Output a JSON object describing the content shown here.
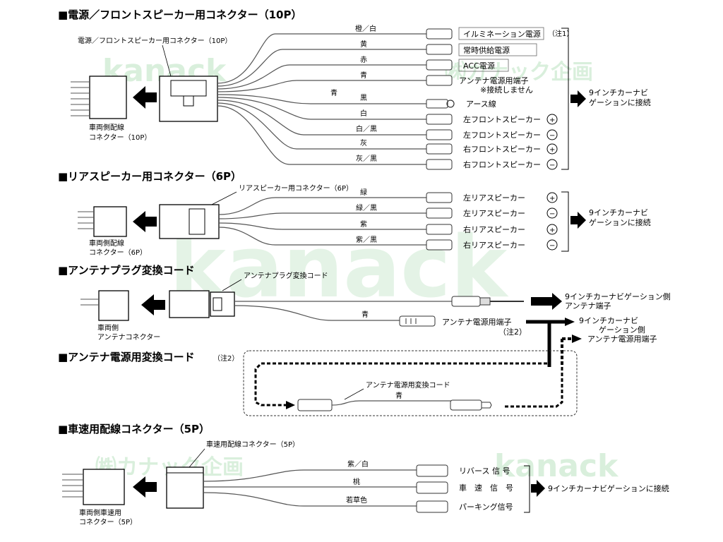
{
  "watermarks": [
    "kanack",
    "㈱カナック企画",
    "kanack",
    "㈱カナック企画",
    "kanack"
  ],
  "sections": {
    "power": {
      "heading": "■電源／フロントスピーカー用コネクター（10P）",
      "connector_label": "電源／フロントスピーカー用コネクター（10P）",
      "vehicle_label": [
        "車両側配線",
        "コネクター（10P）"
      ],
      "wires": [
        {
          "color": "橙／白",
          "label": "イルミネーション電源",
          "note": "（注1）"
        },
        {
          "color": "黄",
          "label": "常時供給電源"
        },
        {
          "color": "赤",
          "label": "ACC電源"
        },
        {
          "color": "青",
          "label": "アンテナ電源用端子",
          "note": "※接続しません"
        },
        {
          "color": "黒",
          "label": "アース線"
        },
        {
          "color": "白",
          "label": "左フロントスピーカー",
          "sign": "+"
        },
        {
          "color": "白／黒",
          "label": "左フロントスピーカー",
          "sign": "−"
        },
        {
          "color": "灰",
          "label": "右フロントスピーカー",
          "sign": "+"
        },
        {
          "color": "灰／黒",
          "label": "右フロントスピーカー",
          "sign": "−"
        }
      ],
      "branch_label": "青",
      "nav_label": [
        "9インチカーナビ",
        "ゲーションに接続"
      ]
    },
    "rear": {
      "heading": "■リアスピーカー用コネクター（6P）",
      "connector_label": "リアスピーカー用コネクター（6P）",
      "vehicle_label": [
        "車両側配線",
        "コネクター（6P）"
      ],
      "wires": [
        {
          "color": "緑",
          "label": "左リアスピーカー",
          "sign": "+"
        },
        {
          "color": "緑／黒",
          "label": "左リアスピーカー",
          "sign": "−"
        },
        {
          "color": "紫",
          "label": "右リアスピーカー",
          "sign": "+"
        },
        {
          "color": "紫／黒",
          "label": "右リアスピーカー",
          "sign": "−"
        }
      ],
      "nav_label": [
        "9インチカーナビ",
        "ゲーションに接続"
      ]
    },
    "antenna": {
      "heading": "■アンテナプラグ変換コード",
      "connector_label": "アンテナプラグ変換コード",
      "vehicle_label": [
        "車両側",
        "アンテナコネクター"
      ],
      "wire_color": "青",
      "terminal_label": "アンテナ電源用端子",
      "terminal_note": "（注2）",
      "nav_antenna": [
        "9インチカーナビゲーション側",
        "アンテナ端子"
      ],
      "nav_power": [
        "9インチカーナビ",
        "ゲーション側",
        "アンテナ電源用端子"
      ]
    },
    "antenna_power": {
      "heading": "■アンテナ電源用変換コード",
      "heading_note": "（注2）",
      "cord_label": "アンテナ電源用変換コード",
      "wire_color": "青"
    },
    "speed": {
      "heading": "■車速用配線コネクター（5P）",
      "connector_label": "車速用配線コネクター（5P）",
      "vehicle_label": [
        "車両側車速用",
        "コネクター（5P）"
      ],
      "wires": [
        {
          "color": "紫／白",
          "label": "リバース 信 号"
        },
        {
          "color": "桃",
          "label": "車　速　信　号"
        },
        {
          "color": "若草色",
          "label": "パーキング信号"
        }
      ],
      "nav_label": "9インチカーナビゲーションに接続"
    }
  }
}
